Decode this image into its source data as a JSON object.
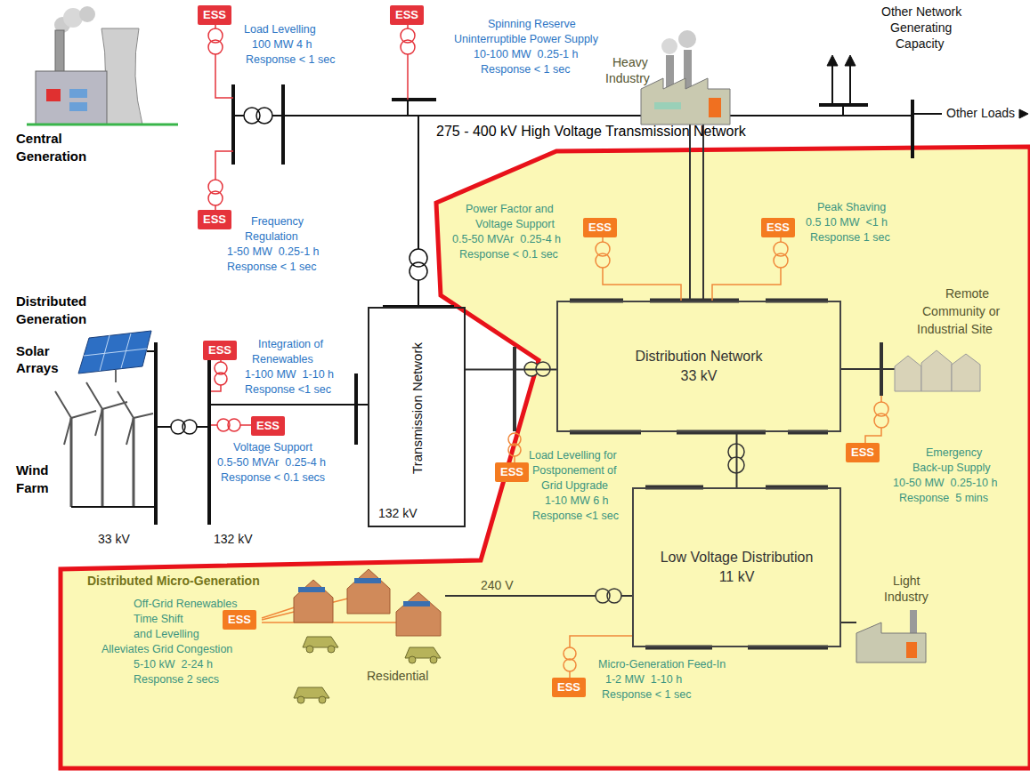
{
  "diagram": {
    "nodes": [
      {
        "text": [
          "ESS"
        ]
      },
      {
        "text": [
          "ESS"
        ]
      },
      {
        "text": [
          "ESS"
        ]
      },
      {
        "text": [
          "ESS"
        ]
      },
      {
        "text": [
          "ESS"
        ]
      },
      {
        "text": [
          "Transmission Network",
          "132 kV"
        ]
      },
      {
        "text": [
          "ESS"
        ]
      },
      {
        "text": [
          "ESS"
        ]
      },
      {
        "text": [
          "Distribution Network",
          "33 kV"
        ]
      },
      {
        "text": [
          "ESS"
        ]
      },
      {
        "text": [
          "ESS"
        ]
      },
      {
        "text": [
          "ESS"
        ]
      },
      {
        "text": [
          "Low Voltage Distribution",
          "11 kV"
        ]
      },
      {
        "text": [
          "ESS"
        ]
      }
    ],
    "edges": [
      {
        "from": 5,
        "to": 8,
        "arrow": "none"
      },
      {
        "from": 8,
        "to": 12,
        "arrow": "none"
      }
    ],
    "labels": [
      "Load Levelling",
      "100 MW 4 h",
      "Response < 1 sec",
      "Spinning Reserve",
      "Uninterruptible Power Supply",
      "10-100 MW  0.25-1 h",
      "Response < 1 sec",
      "Other Network",
      "Generating",
      "Capacity",
      "Other Loads",
      "275 - 400 kV High Voltage Transmission Network",
      "Central",
      "Generation",
      "Frequency",
      "Regulation",
      "1-50 MW  0.25-1 h",
      "Response < 1 sec",
      "Distributed",
      "Generation",
      "Integration of",
      "Renewables",
      "1-100 MW  1-10 h",
      "Response <1 sec",
      "Solar",
      "Arrays",
      "Wind",
      "Farm",
      "Voltage Support",
      "0.5-50 MVAr  0.25-4 h",
      "Response < 0.1 secs",
      "33 kV",
      "132 kV",
      "Heavy",
      "Industry",
      "Power Factor and",
      "Voltage Support",
      "0.5-50 MVAr  0.25-4 h",
      "Response < 0.1 sec",
      "Peak Shaving",
      "0.5 10 MW  <1 h",
      "Response 1 sec",
      "Remote",
      "Community or",
      "Industrial Site",
      "Load Levelling for",
      "Postponement of",
      "Grid Upgrade",
      "1-10 MW 6 h",
      "Response <1 sec",
      "Emergency",
      "Back-up Supply",
      "10-50 MW  0.25-10 h",
      "Response  5 mins",
      "Light",
      "Industry",
      "Distributed Micro-Generation",
      "Off-Grid Renewables",
      "Time Shift",
      "and Levelling",
      "Alleviates Grid Congestion",
      "5-10 kW  2-24 h",
      "Response 2 secs",
      "Residential",
      "240 V",
      "Micro-Generation Feed-In",
      "1-2 MW  1-10 h",
      "Response < 1 sec"
    ]
  }
}
